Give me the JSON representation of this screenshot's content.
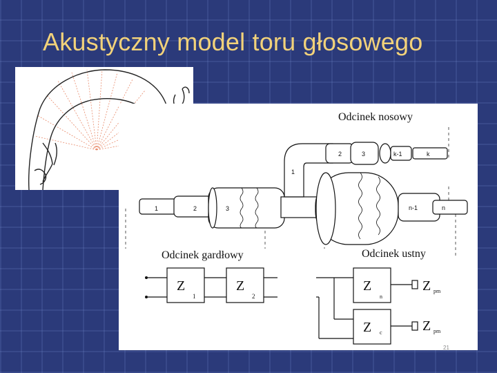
{
  "slide": {
    "title": "Akustyczny model toru głosowego",
    "accent_title_color": "#f2d27a",
    "background_color": "#2b3a7a"
  },
  "diagram": {
    "section_labels": {
      "nasal": "Odcinek nosowy",
      "pharyngeal": "Odcinek gardłowy",
      "oral": "Odcinek ustny"
    },
    "nasal_tube_labels": [
      "2",
      "3",
      "k-1",
      "k"
    ],
    "nasal_branch_label": "1",
    "pharynx_tube_labels": [
      "1",
      "2",
      "3"
    ],
    "oral_tube_labels": [
      "n-1",
      "n"
    ],
    "circuit": {
      "z1": {
        "main": "Z",
        "sub": "1"
      },
      "z2": {
        "main": "Z",
        "sub": "2"
      },
      "zn": {
        "main": "Z",
        "sub": "n"
      },
      "zc": {
        "main": "Z",
        "sub": "c"
      },
      "zpm1": {
        "main": "Z",
        "sub": "pm"
      },
      "zpm2": {
        "main": "Z",
        "sub": "pm"
      }
    },
    "page_number": "21"
  }
}
